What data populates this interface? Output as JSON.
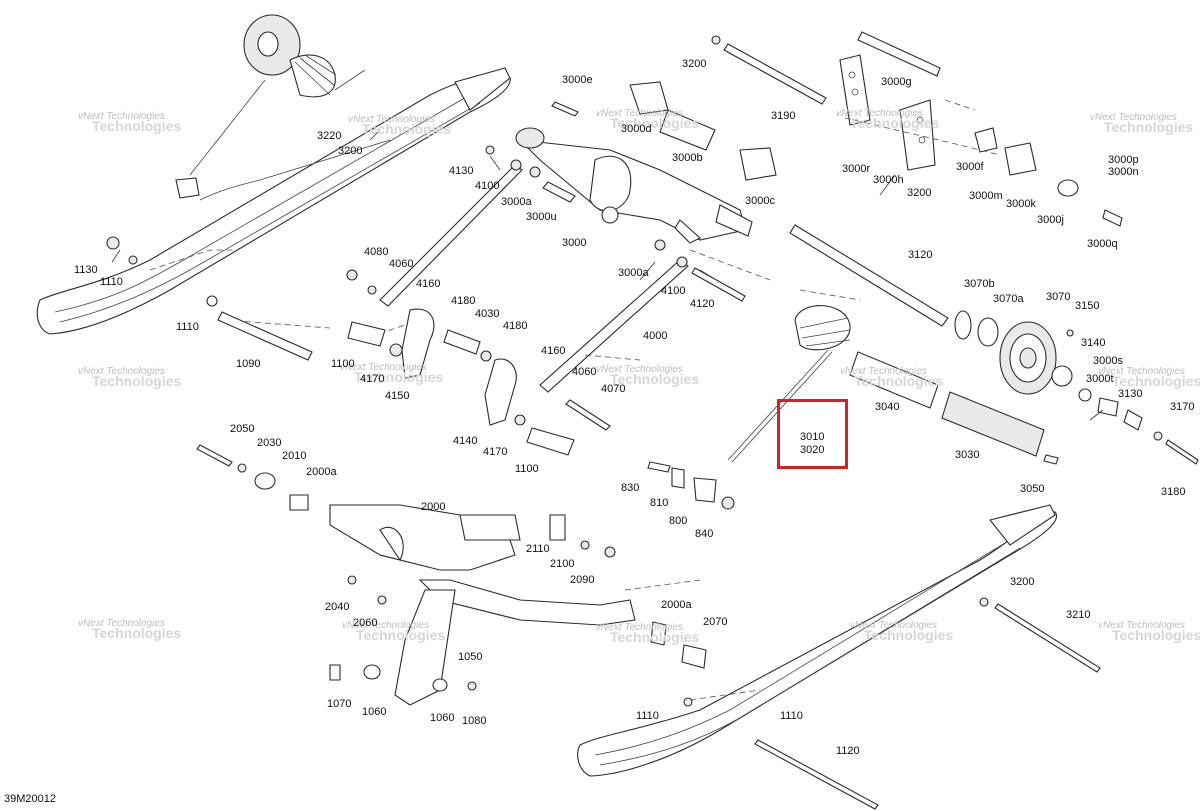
{
  "diagram_code": "39M20012",
  "highlight": {
    "line1": "3010",
    "line2": "3020",
    "color": "#d82027"
  },
  "watermark": {
    "line1": "vNext Technologies",
    "line2": "Technologies"
  },
  "labels": [
    "3220",
    "3200",
    "4130",
    "4100",
    "3000e",
    "3000d",
    "3000b",
    "3000c",
    "3000a",
    "3000u",
    "3000",
    "3000a",
    "3200",
    "3190",
    "3000g",
    "3000r",
    "3000h",
    "3200",
    "3000f",
    "3000m",
    "3000k",
    "3000j",
    "3000p",
    "3000n",
    "3000q",
    "1130",
    "1110",
    "1110",
    "1090",
    "4080",
    "4060",
    "4160",
    "4180",
    "4030",
    "4180",
    "1100",
    "4170",
    "4150",
    "4160",
    "4140",
    "4170",
    "1100",
    "4060",
    "4070",
    "4000",
    "4100",
    "4120",
    "3120",
    "3070b",
    "3070a",
    "3070",
    "3150",
    "3140",
    "3000s",
    "3000t",
    "3040",
    "3130",
    "3170",
    "3030",
    "3050",
    "3180",
    "830",
    "810",
    "800",
    "840",
    "2050",
    "2030",
    "2010",
    "2000a",
    "2000",
    "2110",
    "2100",
    "2090",
    "2040",
    "2060",
    "1050",
    "2000a",
    "2070",
    "1070",
    "1060",
    "1060",
    "1080",
    "3200",
    "3210",
    "1110",
    "1110",
    "1120"
  ]
}
